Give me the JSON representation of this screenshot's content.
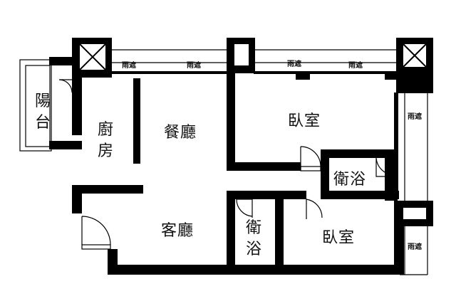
{
  "rooms": {
    "balcony": "陽台",
    "kitchen": "廚房",
    "dining": "餐廳",
    "bedroom_main": "臥室",
    "bathroom_right": "衛浴",
    "living": "客廳",
    "bathroom_mid": "衛浴",
    "bedroom_second": "臥室"
  },
  "window_labels": [
    "雨遮",
    "雨遮",
    "雨遮",
    "雨遮",
    "雨遮",
    "雨遮"
  ]
}
